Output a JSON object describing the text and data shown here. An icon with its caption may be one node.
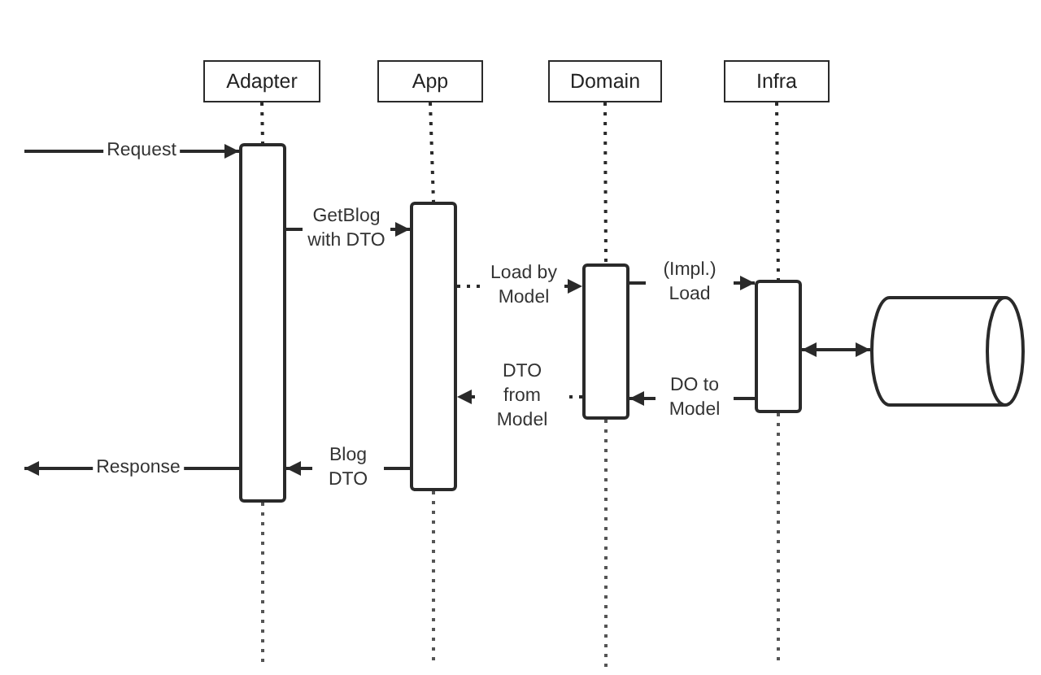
{
  "diagram": {
    "nodes": [
      {
        "text": [
          "Adapter"
        ]
      },
      {
        "text": [
          "App"
        ]
      },
      {
        "text": [
          "Domain"
        ]
      },
      {
        "text": [
          "Infra"
        ]
      },
      {
        "text": [],
        "shape": "bar"
      },
      {
        "text": [],
        "shape": "bar"
      },
      {
        "text": [],
        "shape": "bar"
      },
      {
        "text": [],
        "shape": "bar"
      },
      {
        "text": [],
        "shape": "cylinder"
      }
    ],
    "edges": [
      {
        "from": 0,
        "to": 4,
        "arrow": "none",
        "style": "dashed"
      },
      {
        "from": 1,
        "to": 5,
        "arrow": "none",
        "style": "dashed"
      },
      {
        "from": 2,
        "to": 6,
        "arrow": "none",
        "style": "dashed"
      },
      {
        "from": 3,
        "to": 7,
        "arrow": "none",
        "style": "dashed"
      },
      {
        "from": null,
        "to": 4,
        "arrow": "to",
        "label": "Request"
      },
      {
        "from": 4,
        "to": 5,
        "arrow": "to",
        "label": "GetBlog with DTO"
      },
      {
        "from": 5,
        "to": 6,
        "arrow": "to",
        "label": "Load by Model",
        "style": "dashed"
      },
      {
        "from": 6,
        "to": 7,
        "arrow": "to",
        "label": "(Impl.) Load"
      },
      {
        "from": 7,
        "to": 8,
        "arrow": "both"
      },
      {
        "from": 7,
        "to": 6,
        "arrow": "to",
        "label": "DO to Model"
      },
      {
        "from": 6,
        "to": 5,
        "arrow": "to",
        "label": "DTO from Model",
        "style": "dashed"
      },
      {
        "from": 5,
        "to": 4,
        "arrow": "to",
        "label": "Blog DTO"
      },
      {
        "from": 4,
        "to": null,
        "arrow": "to",
        "label": "Response"
      }
    ]
  }
}
